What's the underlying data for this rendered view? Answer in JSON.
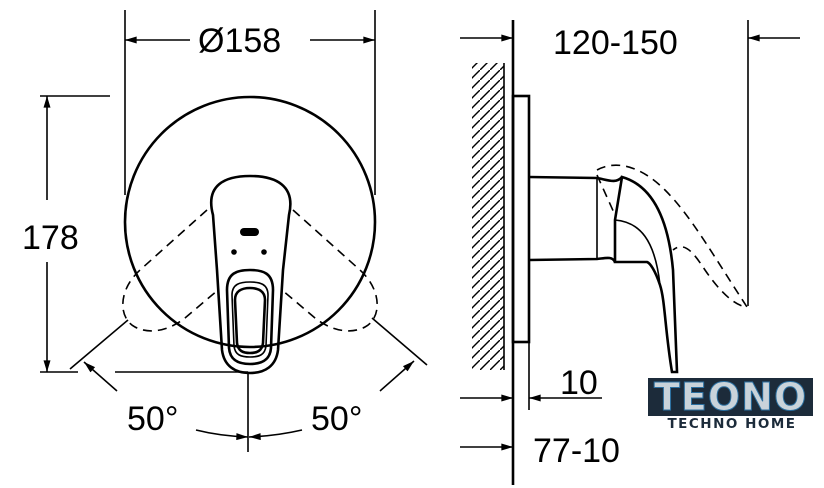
{
  "front_view": {
    "diameter_label": "Ø158",
    "height_label": "178",
    "angle_left_label": "50°",
    "angle_right_label": "50°"
  },
  "side_view": {
    "projection_label": "120-150",
    "plate_label": "10",
    "depth_label": "77-10"
  },
  "logo": {
    "main": "TEONO",
    "sub": "TECHNO HOME",
    "colors": {
      "dark": "#1c2b3a",
      "light": "#c9d3da",
      "accent": "#2a6fa0"
    }
  }
}
